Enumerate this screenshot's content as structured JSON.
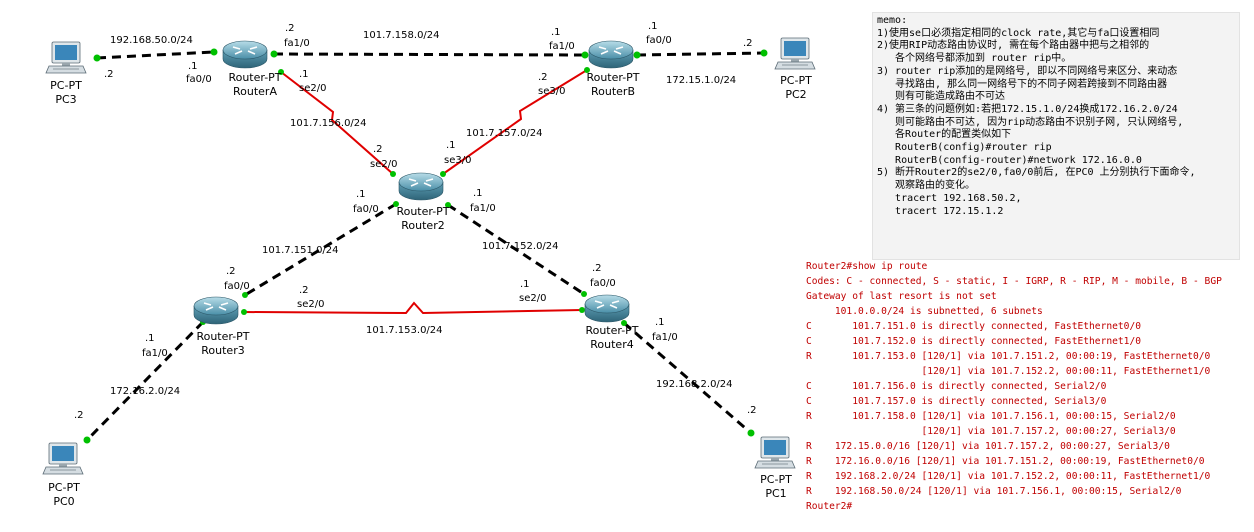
{
  "devices": {
    "pc3": {
      "type": "PC-PT",
      "name": "PC3"
    },
    "pc2": {
      "type": "PC-PT",
      "name": "PC2"
    },
    "pc0": {
      "type": "PC-PT",
      "name": "PC0"
    },
    "pc1": {
      "type": "PC-PT",
      "name": "PC1"
    },
    "routerA": {
      "type": "Router-PT",
      "name": "RouterA"
    },
    "routerB": {
      "type": "Router-PT",
      "name": "RouterB"
    },
    "router2": {
      "type": "Router-PT",
      "name": "Router2"
    },
    "router3": {
      "type": "Router-PT",
      "name": "Router3"
    },
    "router4": {
      "type": "Router-PT",
      "name": "Router4"
    }
  },
  "networks": {
    "pc3_routerA": "192.168.50.0/24",
    "routerA_routerB": "101.7.158.0/24",
    "routerB_pc2": "172.15.1.0/24",
    "routerA_router2": "101.7.156.0/24",
    "routerB_router2": "101.7.157.0/24",
    "router2_router3": "101.7.151.0/24",
    "router2_router4": "101.7.152.0/24",
    "router3_router4": "101.7.153.0/24",
    "router3_pc0": "172.16.2.0/24",
    "router4_pc1": "192.168.2.0/24"
  },
  "interfaces": {
    "pc3_host": ".2",
    "routerA_fa00_host": ".1",
    "routerA_fa00": "fa0/0",
    "routerA_fa10_host": ".2",
    "routerA_fa10": "fa1/0",
    "routerA_se20_host": ".1",
    "routerA_se20": "se2/0",
    "routerB_fa10_host": ".1",
    "routerB_fa10": "fa1/0",
    "routerB_fa00_host": ".1",
    "routerB_fa00": "fa0/0",
    "routerB_se30_host": ".2",
    "routerB_se30": "se3/0",
    "pc2_host": ".2",
    "router2_se20_host": ".2",
    "router2_se20": "se2/0",
    "router2_se30_host": ".1",
    "router2_se30": "se3/0",
    "router2_fa00_host": ".1",
    "router2_fa00": "fa0/0",
    "router2_fa10_host": ".1",
    "router2_fa10": "fa1/0",
    "router3_fa00_host": ".2",
    "router3_fa00": "fa0/0",
    "router3_se20_host": ".2",
    "router3_se20": "se2/0",
    "router3_fa10_host": ".1",
    "router3_fa10": "fa1/0",
    "router4_fa00_host": ".2",
    "router4_fa00": "fa0/0",
    "router4_se20_host": ".1",
    "router4_se20": "se2/0",
    "router4_fa10_host": ".1",
    "router4_fa10": "fa1/0",
    "pc0_host": ".2",
    "pc1_host": ".2"
  },
  "memo": [
    "memo:",
    "1)使用se口必须指定相同的clock rate,其它与fa口设置相同",
    "2)使用RIP动态路由协议时, 需在每个路由器中把与之相邻的",
    "   各个网络号都添加到 router rip中。",
    "3) router rip添加的是网络号, 即以不同网络号来区分、来动态",
    "   寻找路由, 那么同一网络号下的不同子网若跨接到不同路由器",
    "   则有可能造成路由不可达",
    "4) 第三条的问题例如:若把172.15.1.0/24换成172.16.2.0/24",
    "   则可能路由不可达, 因为rip动态路由不识别子网, 只认网络号,",
    "   各Router的配置类似如下",
    "   RouterB(config)#router rip",
    "   RouterB(config-router)#network 172.16.0.0",
    "5) 断开Router2的se2/0,fa0/0前后, 在PC0 上分别执行下面命令,",
    "   观察路由的变化。",
    "   tracert 192.168.50.2,",
    "   tracert 172.15.1.2"
  ],
  "cli": [
    "Router2#show ip route",
    "Codes: C - connected, S - static, I - IGRP, R - RIP, M - mobile, B - BGP",
    "Gateway of last resort is not set",
    "     101.0.0.0/24 is subnetted, 6 subnets",
    "C       101.7.151.0 is directly connected, FastEthernet0/0",
    "C       101.7.152.0 is directly connected, FastEthernet1/0",
    "R       101.7.153.0 [120/1] via 101.7.151.2, 00:00:19, FastEthernet0/0",
    "                    [120/1] via 101.7.152.2, 00:00:11, FastEthernet1/0",
    "C       101.7.156.0 is directly connected, Serial2/0",
    "C       101.7.157.0 is directly connected, Serial3/0",
    "R       101.7.158.0 [120/1] via 101.7.156.1, 00:00:15, Serial2/0",
    "                    [120/1] via 101.7.157.2, 00:00:27, Serial3/0",
    "R    172.15.0.0/16 [120/1] via 101.7.157.2, 00:00:27, Serial3/0",
    "R    172.16.0.0/16 [120/1] via 101.7.151.2, 00:00:19, FastEthernet0/0",
    "R    192.168.2.0/24 [120/1] via 101.7.152.2, 00:00:11, FastEthernet1/0",
    "R    192.168.50.0/24 [120/1] via 101.7.156.1, 00:00:15, Serial2/0",
    "Router2#"
  ],
  "colors": {
    "ethernet_link": "#000000",
    "serial_link": "#e00000",
    "link_endpoint": "#00c000",
    "cli_text": "#c00000"
  }
}
